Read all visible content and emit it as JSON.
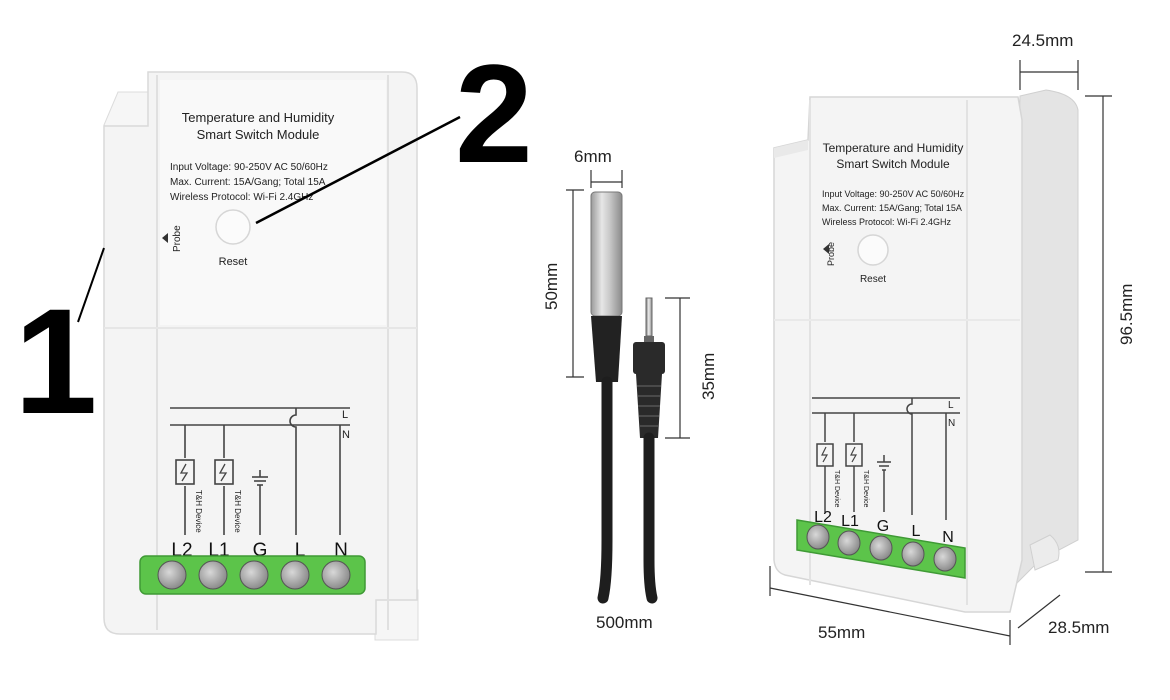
{
  "callouts": {
    "one": "1",
    "two": "2"
  },
  "module_front": {
    "title_line1": "Temperature and Humidity",
    "title_line2": "Smart Switch Module",
    "spec_voltage": "Input Voltage: 90-250V AC 50/60Hz",
    "spec_current": "Max. Current: 15A/Gang; Total 15A",
    "spec_protocol": "Wireless Protocol: Wi-Fi 2.4GHz",
    "probe_label": "Probe",
    "reset_label": "Reset",
    "line_label_l": "L",
    "line_label_n": "N",
    "device_label": "T&H Device",
    "terminals": [
      "L2",
      "L1",
      "G",
      "L",
      "N"
    ]
  },
  "probe": {
    "dim_width": "6mm",
    "dim_length": "50mm",
    "dim_plug": "35mm",
    "dim_cable": "500mm"
  },
  "module_iso": {
    "title_line1": "Temperature and Humidity",
    "title_line2": "Smart Switch Module",
    "spec_voltage": "Input Voltage: 90-250V AC 50/60Hz",
    "spec_current": "Max. Current: 15A/Gang; Total 15A",
    "spec_protocol": "Wireless Protocol: Wi-Fi 2.4GHz",
    "probe_label": "Probe",
    "reset_label": "Reset",
    "line_label_l": "L",
    "line_label_n": "N",
    "device_label": "T&H Device",
    "terminals": [
      "L2",
      "L1",
      "G",
      "L",
      "N"
    ],
    "dim_depth": "24.5mm",
    "dim_height": "96.5mm",
    "dim_width": "55mm",
    "dim_depth2": "28.5mm"
  },
  "colors": {
    "terminal_green": "#5cc44a",
    "terminal_dark": "#3f9a35",
    "housing": "#f3f3f3",
    "housing_shadow": "#e2e2e2"
  }
}
